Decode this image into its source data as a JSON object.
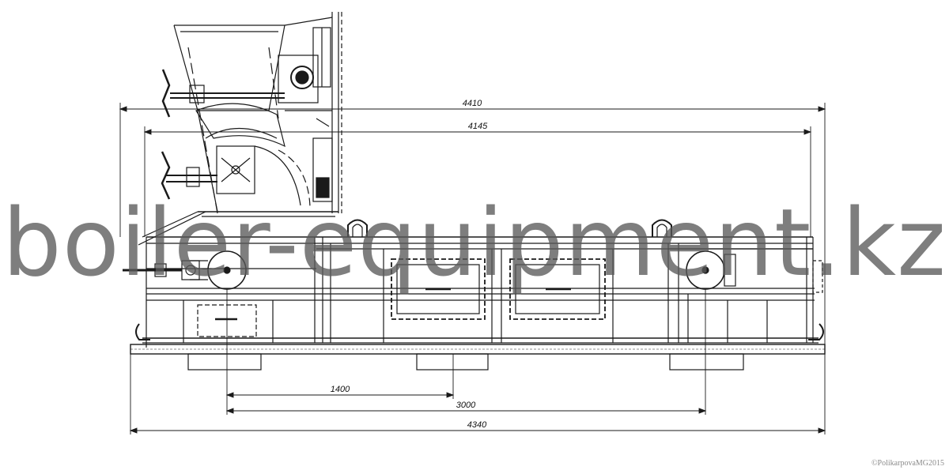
{
  "dimensions": {
    "overall_top": "4410",
    "inner_top": "4145",
    "span_short": "1400",
    "span_mid": "3000",
    "overall_bottom": "4340"
  },
  "watermark": "boiler-equipment.kz",
  "credit": "©PolikarpovaMG2015"
}
